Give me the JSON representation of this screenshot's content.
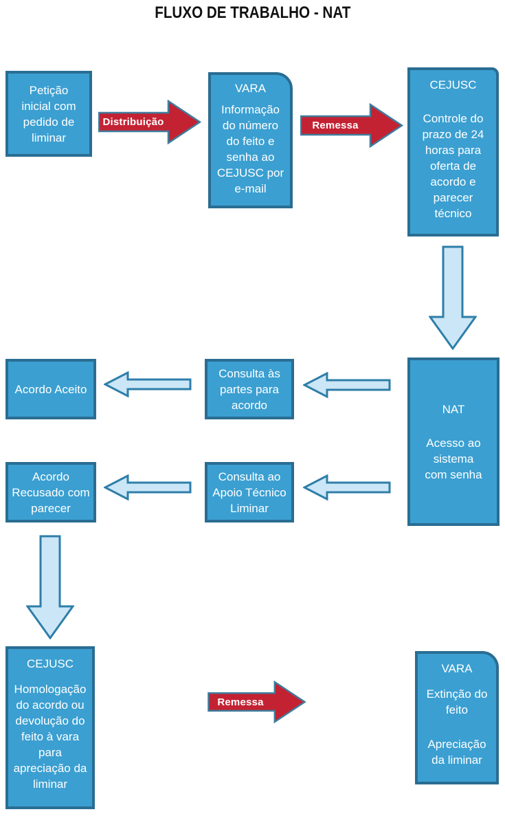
{
  "title": "FLUXO DE TRABALHO - NAT",
  "colors": {
    "box_fill": "#3b9fd1",
    "box_border": "#2a6d92",
    "box_text": "#ffffff",
    "red_arrow_fill": "#c32233",
    "red_arrow_border": "#3f7d9d",
    "light_arrow_fill": "#cbe6f6",
    "light_arrow_border": "#2e7ea9",
    "title_text": "#111111"
  },
  "nodes": {
    "peticao": {
      "body": "Petição\ninicial com\npedido de\nliminar"
    },
    "vara_top": {
      "title": "VARA",
      "body": "Informação\ndo número\ndo feito e\nsenha ao\nCEJUSC por\ne-mail"
    },
    "cejusc_top": {
      "title": "CEJUSC",
      "body": "Controle do\nprazo de 24\nhoras para\noferta de\nacordo e\nparecer\ntécnico"
    },
    "nat": {
      "title": "NAT",
      "body": "Acesso ao\nsistema\ncom senha"
    },
    "consulta_partes": {
      "body": "Consulta às\npartes para\nacordo"
    },
    "acordo_aceito": {
      "body": "Acordo Aceito"
    },
    "consulta_apoio": {
      "body": "Consulta ao\nApoio Técnico\nLiminar"
    },
    "acordo_recusado": {
      "body": "Acordo\nRecusado com\nparecer"
    },
    "cejusc_bottom": {
      "title": "CEJUSC",
      "body": "Homologação\ndo acordo ou\ndevolução do\nfeito à vara\npara\napreciação da\nliminar"
    },
    "vara_bottom": {
      "title": "VARA",
      "body1": "Extinção do\nfeito",
      "body2": "Apreciação\nda liminar"
    }
  },
  "arrow_labels": {
    "distribuicao": "Distribuição",
    "remessa_top": "Remessa",
    "remessa_bottom": "Remessa"
  }
}
